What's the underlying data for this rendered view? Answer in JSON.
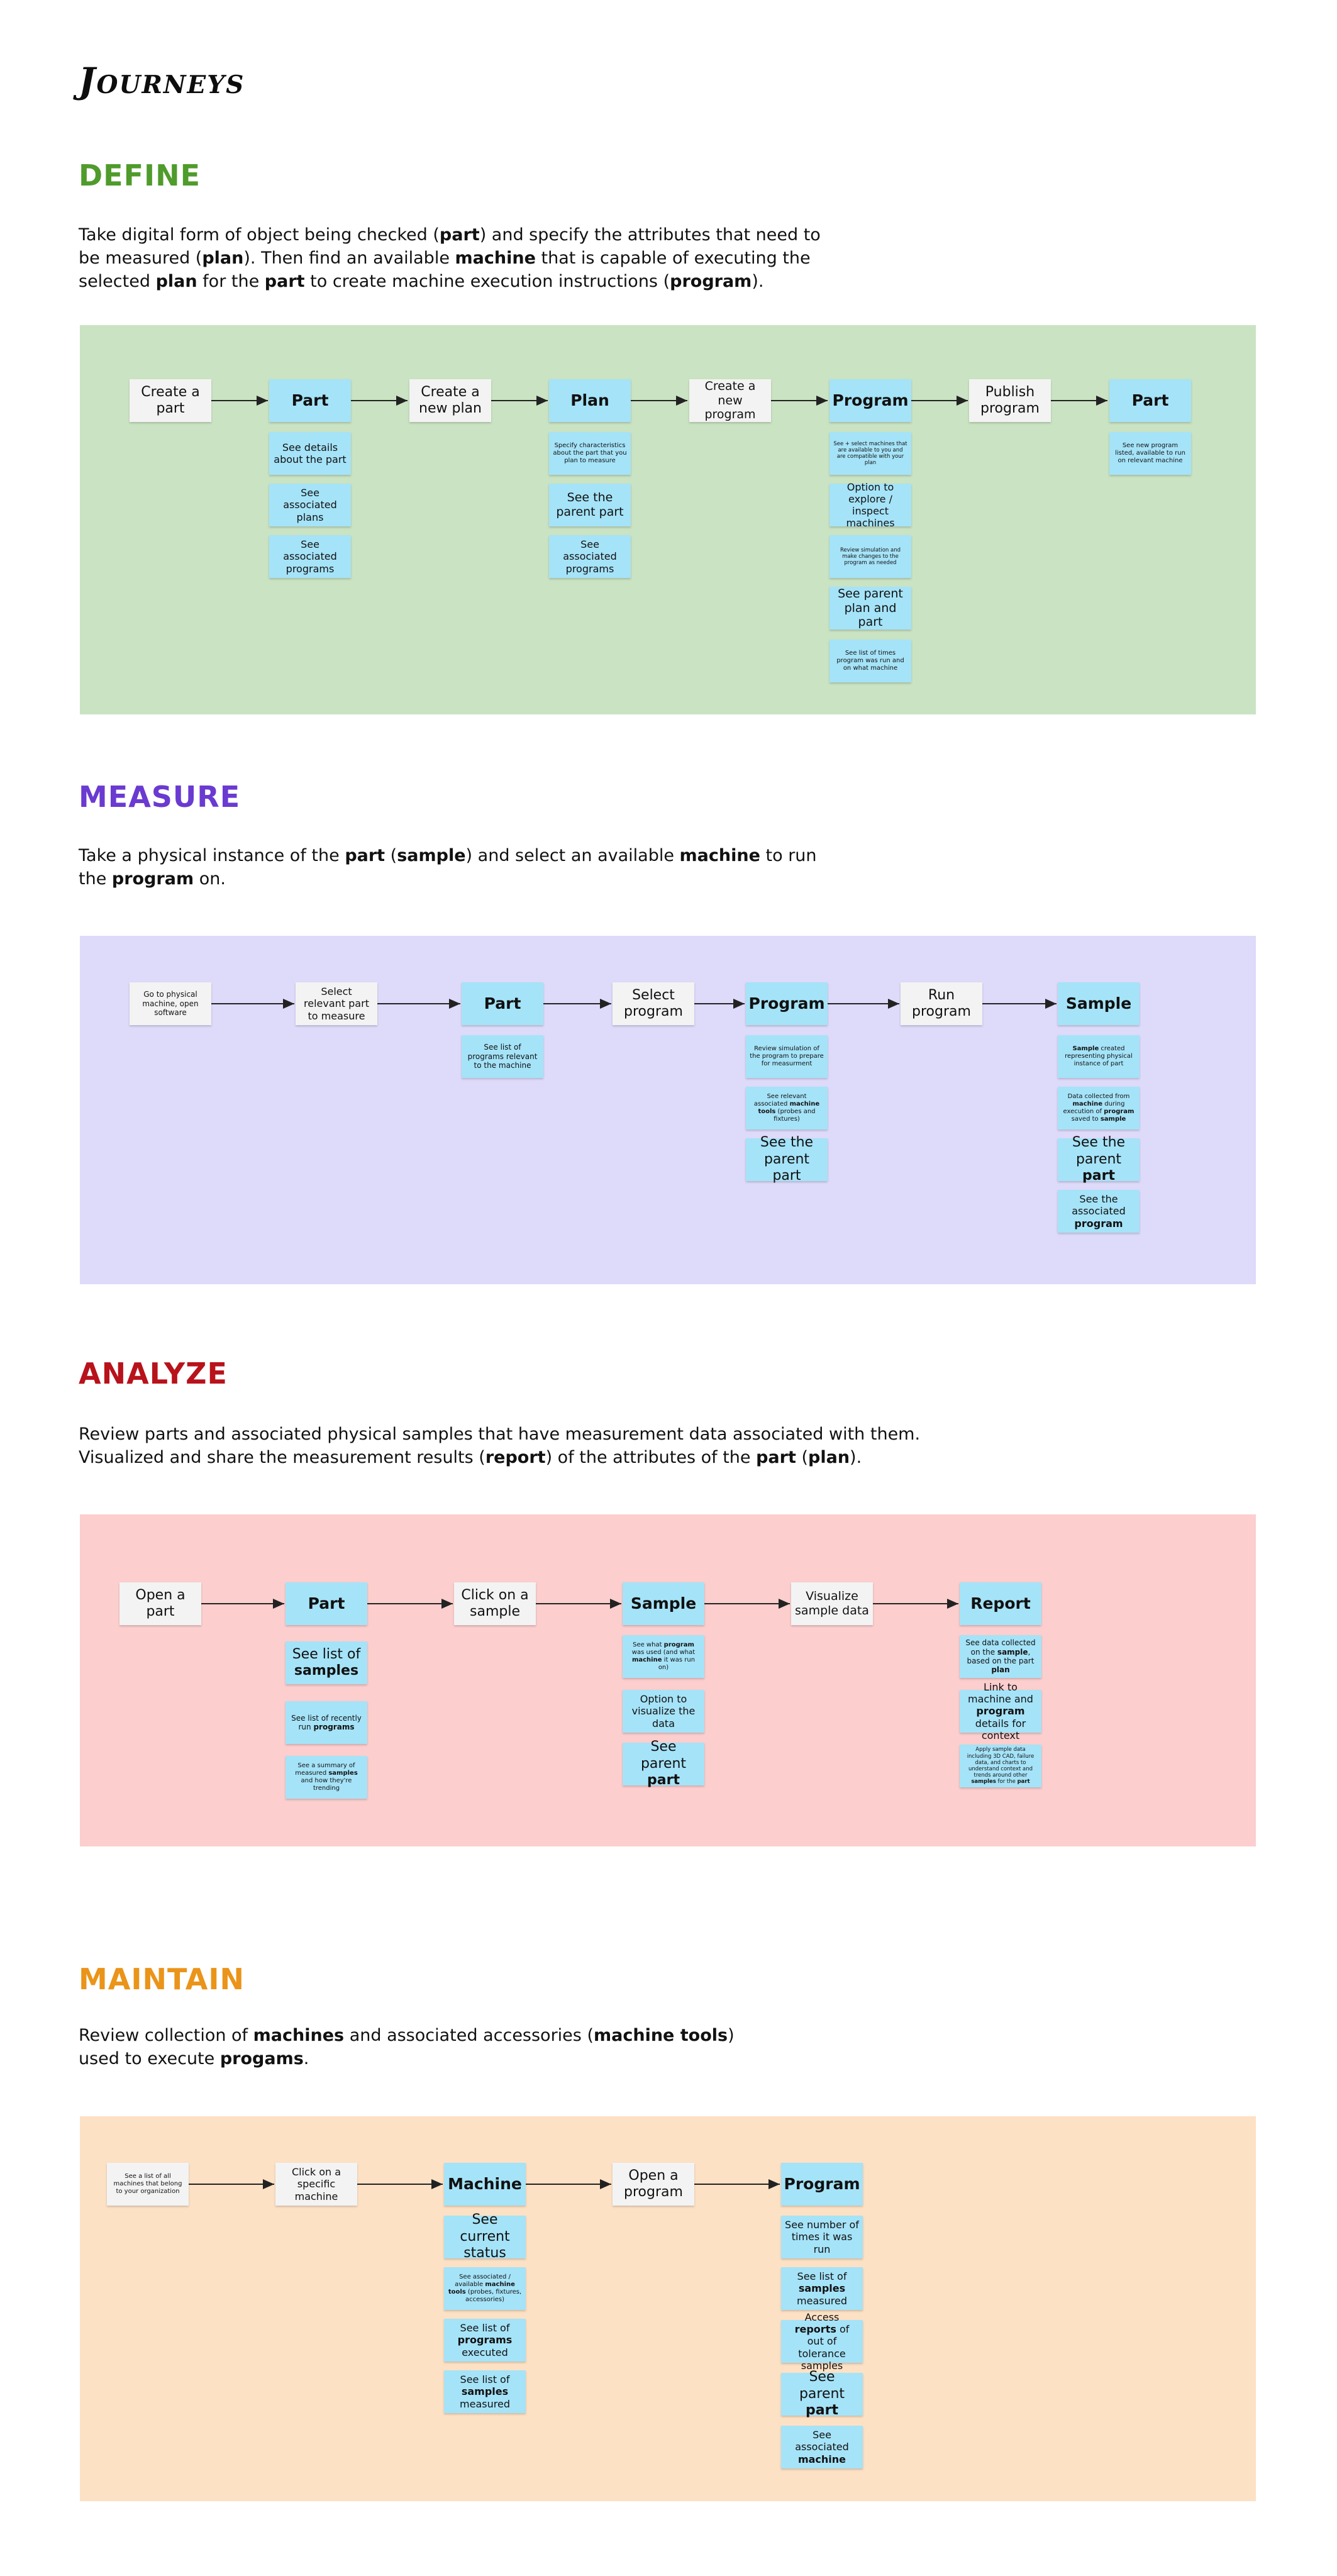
{
  "page": {
    "title": "Journeys"
  },
  "colors": {
    "define": "#4f9b2b",
    "measure": "#6a3ad1",
    "analyze": "#b8121b",
    "maintain": "#ea9419",
    "define_bg": "#cae3c3",
    "measure_bg": "#dedaf9",
    "analyze_bg": "#fccece",
    "maintain_bg": "#fde1c5",
    "step_note": "#f3f3f3",
    "object_note": "#a5e3f8"
  },
  "sections": {
    "define": {
      "title": "DEFINE",
      "description_html": "Take digital form of object being checked (<b>part</b>) and specify the attributes that need to be measured (<b>plan</b>). Then find an available <b>machine</b> that is capable of executing the selected <b>plan</b> for the <b>part</b> to create machine execution instructions (<b>program</b>).",
      "flow": [
        "Create a part",
        "Part",
        "Create a new plan",
        "Plan",
        "Create a new program",
        "Program",
        "Publish program",
        "Part"
      ],
      "details": {
        "part": [
          "See details about the part",
          "See associated plans",
          "See associated programs"
        ],
        "plan": [
          "Specify characteristics about the part that you plan to measure",
          "See the parent part",
          "See associated programs"
        ],
        "program": [
          "See + select machines that are available to you and are compatible with your plan",
          "Option to explore / inspect machines",
          "Review simulation and make changes to the program as needed",
          "See parent plan and part",
          "See list of times program was run and on what machine"
        ],
        "published_part": [
          "See new program listed, available to run on relevant machine"
        ]
      }
    },
    "measure": {
      "title": "MEASURE",
      "description_html": "Take a physical instance of the <b>part</b> (<b>sample</b>) and select an available <b>machine</b> to run the <b>program</b> on.",
      "flow": [
        "Go to physical machine, open software",
        "Select relevant part to measure",
        "Part",
        "Select program",
        "Program",
        "Run program",
        "Sample"
      ],
      "details": {
        "part": [
          "See list of programs relevant to the machine"
        ],
        "program": [
          "Review simulation of the program to prepare for measurment",
          "See relevant associated <b>machine tools</b> (probes and fixtures)",
          "See the parent part"
        ],
        "sample": [
          "<b>Sample</b> created representing physical instance of part",
          "Data collected from <b>machine</b> during execution of <b>program</b> saved to <b>sample</b>",
          "See the parent <b>part</b>",
          "See the associated <b>program</b>"
        ]
      }
    },
    "analyze": {
      "title": "ANALYZE",
      "description_html": "Review parts and associated physical samples that have measurement data associated with them.<br>Visualized and share the measurement results (<b>report</b>) of the attributes of the <b>part</b> (<b>plan</b>).",
      "flow": [
        "Open a part",
        "Part",
        "Click on a sample",
        "Sample",
        "Visualize sample data",
        "Report"
      ],
      "details": {
        "part": [
          "See list of <b>samples</b>",
          "See list of recently run <b>programs</b>",
          "See a summary of measured <b>samples</b> and how they're trending"
        ],
        "sample": [
          "See what <b>program</b> was used (and what <b>machine</b> it was run on)",
          "Option to visualize the data",
          "See parent <b>part</b>"
        ],
        "report": [
          "See data collected on the <b>sample</b>, based on the part <b>plan</b>",
          "Link to machine and <b>program</b> details for context",
          "Apply sample data including 3D CAD, failure data, and charts to understand context and trends around other <b>samples</b> for the <b>part</b>"
        ]
      }
    },
    "maintain": {
      "title": "MAINTAIN",
      "description_html": "Review collection of <b>machines</b> and associated accessories (<b>machine tools</b>)<br>used to execute <b>progams</b>.",
      "flow": [
        "See a list of all machines that belong to your organization",
        "Click on a specific machine",
        "Machine",
        "Open a program",
        "Program"
      ],
      "details": {
        "machine": [
          "See current status",
          "See associated / available <b>machine tools</b> (probes, fixtures, accessories)",
          "See list of <b>programs</b> executed",
          "See list of <b>samples</b> measured"
        ],
        "program": [
          "See number of times it was run",
          "See list of <b>samples</b> measured",
          "Access <b>reports</b> of out of tolerance samples",
          "See parent <b>part</b>",
          "See associated <b>machine</b>"
        ]
      }
    }
  }
}
